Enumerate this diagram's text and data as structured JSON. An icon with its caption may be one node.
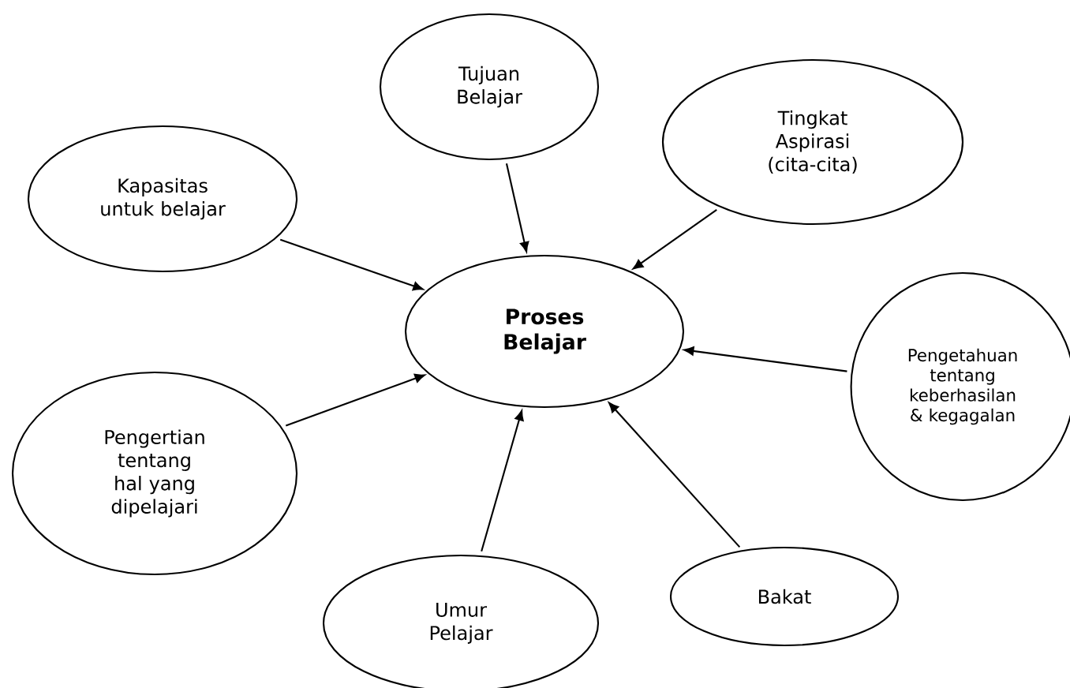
{
  "diagram": {
    "nodes": [
      {
        "text": [
          "Tujuan Belajar"
        ]
      },
      {
        "text": [
          "Tingkat Aspirasi (cita-cita)"
        ]
      },
      {
        "text": [
          "Kapasitas untuk belajar"
        ]
      },
      {
        "text": [
          "Proses Belajar"
        ]
      },
      {
        "text": [
          "Pengetahuan tentang keberhasilan & kegagalan"
        ]
      },
      {
        "text": [
          "Pengertian tentang hal yang dipelajari"
        ]
      },
      {
        "text": [
          "Umur Pelajar"
        ]
      },
      {
        "text": [
          "Bakat"
        ]
      }
    ],
    "edges": [
      {
        "from": 0,
        "to": 3,
        "arrow": "to"
      },
      {
        "from": 1,
        "to": 3,
        "arrow": "to"
      },
      {
        "from": 2,
        "to": 3,
        "arrow": "to"
      },
      {
        "from": 4,
        "to": 3,
        "arrow": "to"
      },
      {
        "from": 5,
        "to": 3,
        "arrow": "to"
      },
      {
        "from": 6,
        "to": 3,
        "arrow": "to"
      },
      {
        "from": 7,
        "to": 3,
        "arrow": "to"
      }
    ]
  }
}
